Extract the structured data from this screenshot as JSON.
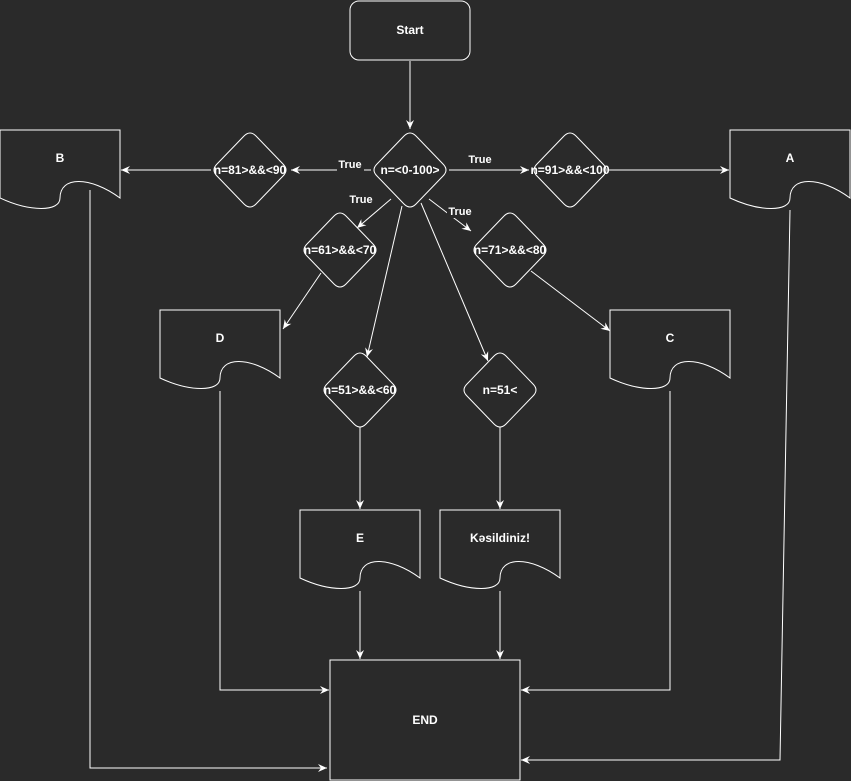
{
  "colors": {
    "background": "#2a2a2a",
    "stroke": "#ffffff",
    "text": "#ffffff"
  },
  "nodes": {
    "start": "Start",
    "range_check": "n=<0-100>",
    "cond_91_100": "n=91>&&<100",
    "cond_81_90": "n=81>&&<90",
    "cond_71_80": "n=71>&&<80",
    "cond_61_70": "n=61>&&<70",
    "cond_51_60": "n=51>&&<60",
    "cond_below_51": "n=51<",
    "grade_a": "A",
    "grade_b": "B",
    "grade_c": "C",
    "grade_d": "D",
    "grade_e": "E",
    "failed": "Kəsildiniz!",
    "end": "END"
  },
  "edge_labels": {
    "to_91_100": "True",
    "to_81_90": "True",
    "to_71_80": "True",
    "to_61_70": "True"
  }
}
